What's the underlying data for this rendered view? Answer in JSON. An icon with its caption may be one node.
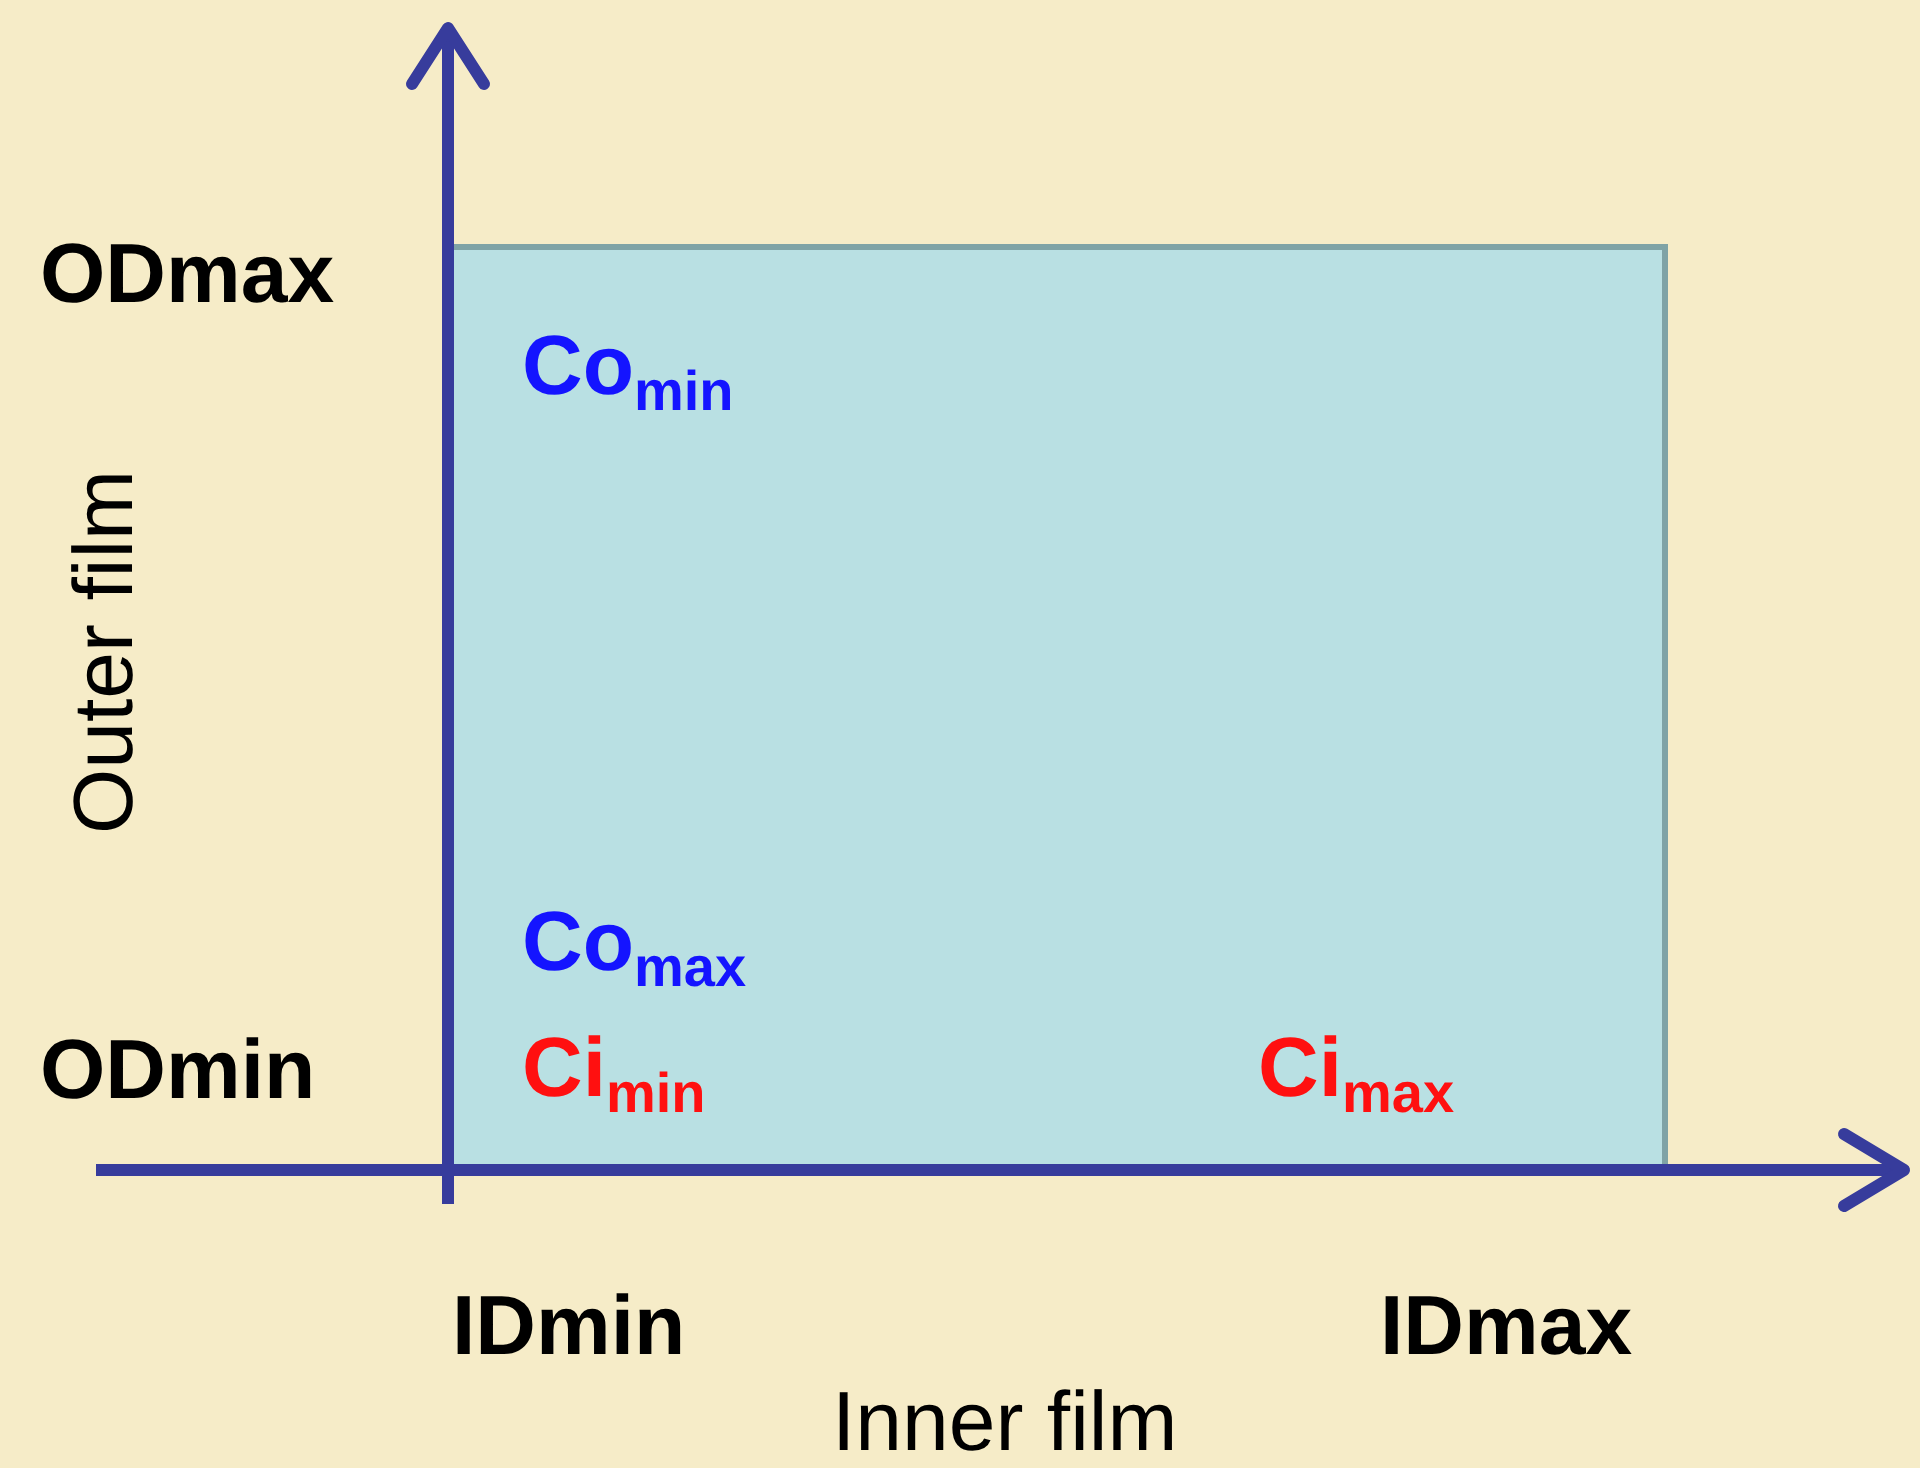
{
  "diagram": {
    "nodes": [
      {
        "text": [
          "Co$_{min}$",
          "Co$_{max}$",
          "Ci$_{min}$",
          "Ci$_{max}$"
        ]
      }
    ],
    "labels": [
      "ODmax",
      "Outer film",
      "ODmin",
      "IDmin",
      "IDmax",
      "Inner film"
    ]
  }
}
